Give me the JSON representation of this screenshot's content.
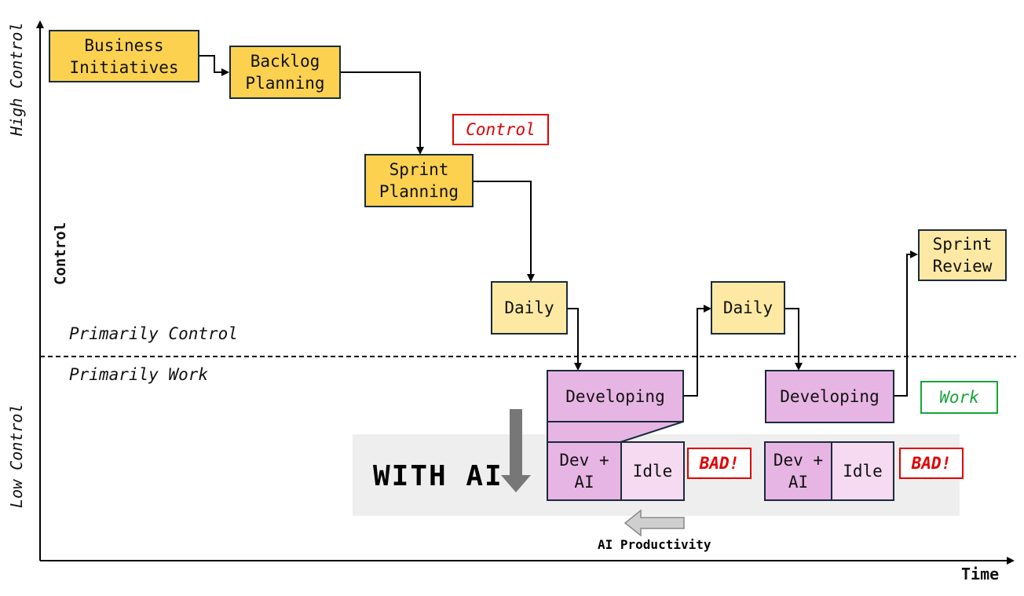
{
  "axes": {
    "y_high": "High Control",
    "y_low": "Low Control",
    "y_title": "Control",
    "x_title": "Time"
  },
  "zones": {
    "control": "Primarily Control",
    "work": "Primarily Work"
  },
  "boxes": {
    "business_initiatives": "Business\nInitiatives",
    "backlog_planning": "Backlog\nPlanning",
    "sprint_planning": "Sprint\nPlanning",
    "daily_1": "Daily",
    "daily_2": "Daily",
    "sprint_review": "Sprint\nReview",
    "developing_1": "Developing",
    "developing_2": "Developing",
    "dev_ai_1": "Dev +\nAI",
    "idle_1": "Idle",
    "dev_ai_2": "Dev +\nAI",
    "idle_2": "Idle"
  },
  "tags": {
    "control": "Control",
    "work": "Work",
    "bad_1": "BAD!",
    "bad_2": "BAD!"
  },
  "with_ai": "WITH AI",
  "ai_productivity": "AI Productivity",
  "colors": {
    "dark_yellow": "#fcd14f",
    "light_yellow": "#fde9a4",
    "pink": "#e7b5e3",
    "light_pink": "#f5daf2",
    "red": "#e00000",
    "green": "#15a53a"
  }
}
